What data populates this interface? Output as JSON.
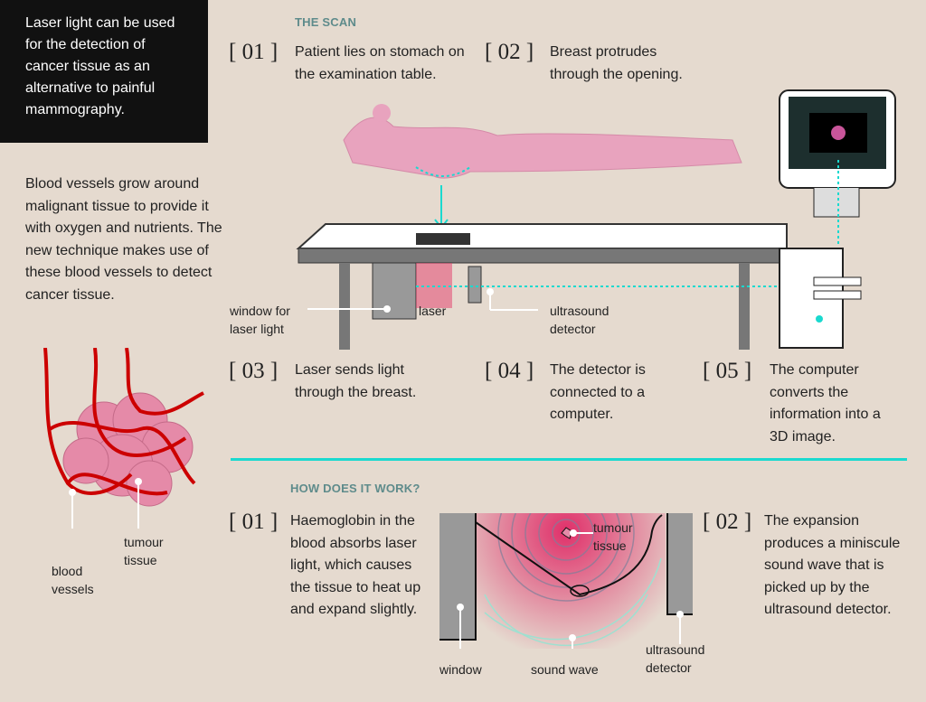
{
  "intro": "Laser light can be used for the detection of cancer tissue as an alternative to painful mammography.",
  "side_text": "Blood vessels grow around malignant tissue to provide it with oxygen and nutrients. The new technique makes use of these blood vessels to detect cancer tissue.",
  "tumour_labels": {
    "vessels": "blood vessels",
    "tissue": "tumour tissue"
  },
  "scan": {
    "heading": "THE SCAN",
    "steps": [
      {
        "num": "[ 01 ]",
        "text": "Patient lies on stomach on the examination table."
      },
      {
        "num": "[ 02 ]",
        "text": "Breast protrudes through the opening."
      },
      {
        "num": "[ 03 ]",
        "text": "Laser sends light through the breast."
      },
      {
        "num": "[ 04 ]",
        "text": "The detector is connected to a computer."
      },
      {
        "num": "[ 05 ]",
        "text": "The computer converts the information into a 3D image."
      }
    ],
    "labels": {
      "window": "window for laser light",
      "laser": "laser",
      "detector": "ultrasound detector"
    }
  },
  "how": {
    "heading": "HOW DOES IT WORK?",
    "steps": [
      {
        "num": "[ 01 ]",
        "text": "Haemoglobin in the blood absorbs laser light, which causes the tissue to heat up and expand slightly."
      },
      {
        "num": "[ 02 ]",
        "text": "The expansion produces a miniscule sound wave that is picked up by the ultrasound detector."
      }
    ],
    "labels": {
      "tumour": "tumour tissue",
      "window": "window",
      "wave": "sound wave",
      "detector": "ultrasound detector"
    }
  },
  "colors": {
    "accent": "#1ad9cf",
    "heading": "#5e8b8b",
    "pink": "#e7a4c0"
  }
}
